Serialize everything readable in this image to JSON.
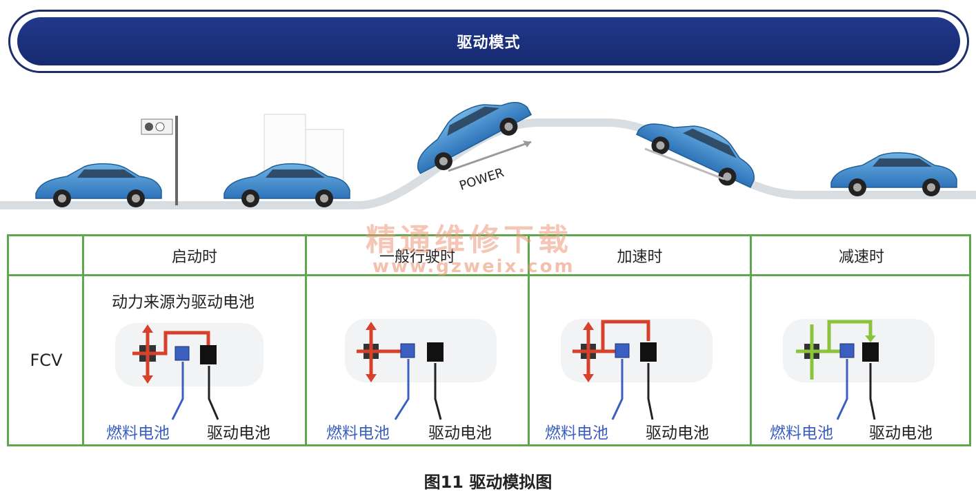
{
  "banner": {
    "title": "驱动模式"
  },
  "scene": {
    "power_label": "POWER"
  },
  "watermark": {
    "line1": "精通维修下载",
    "line2": "www.gzweix.com"
  },
  "table": {
    "row_label": "FCV",
    "columns": [
      {
        "header": "启动时",
        "note": "动力来源为驱动电池",
        "fc_label": "燃料电池",
        "bat_label": "驱动电池"
      },
      {
        "header": "一般行驶时",
        "note": "",
        "fc_label": "燃料电池",
        "bat_label": "驱动电池"
      },
      {
        "header": "加速时",
        "note": "",
        "fc_label": "燃料电池",
        "bat_label": "驱动电池"
      },
      {
        "header": "减速时",
        "note": "",
        "fc_label": "燃料电池",
        "bat_label": "驱动电池"
      }
    ]
  },
  "caption": "图11 驱动模拟图",
  "colors": {
    "banner": "#1b2d6a",
    "grid": "#5ea74c",
    "car": "#3e8fd0",
    "flow_red": "#d6412c",
    "flow_green": "#8ac43a",
    "fc_blue": "#3a5fc0"
  }
}
